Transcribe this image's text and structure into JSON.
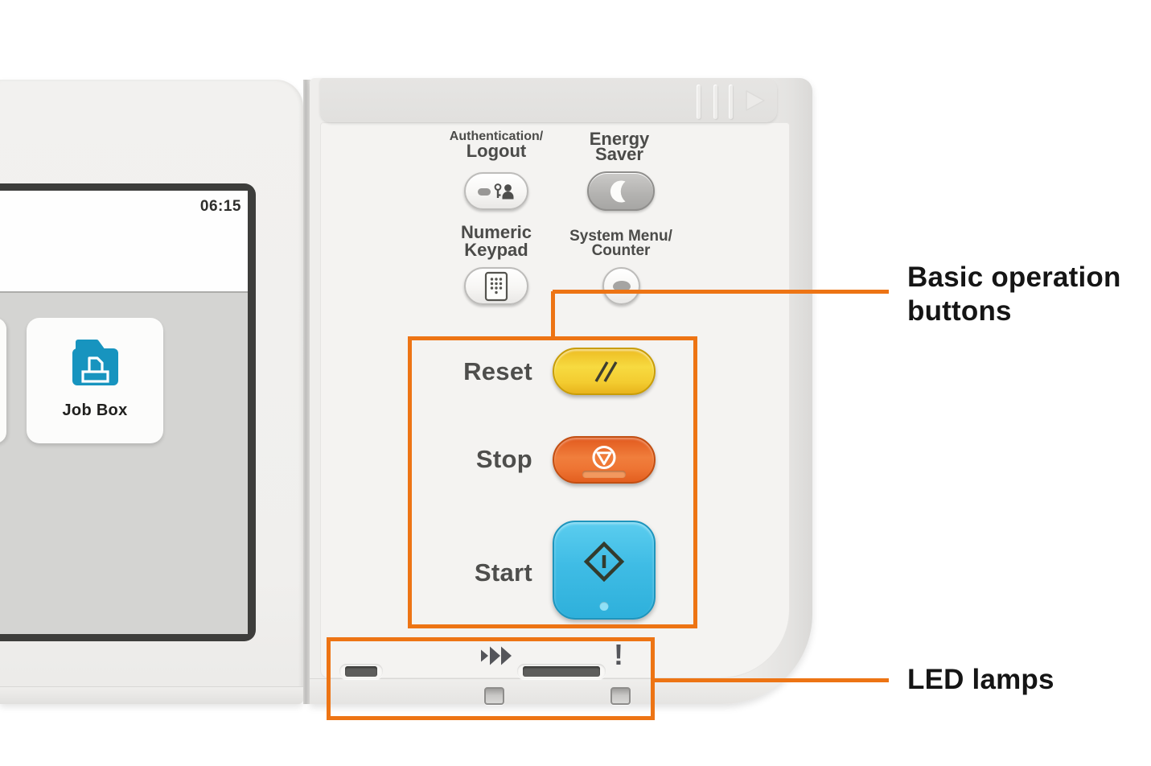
{
  "colors": {
    "accent_orange": "#ED7414",
    "reset_yellow": "#F4CC2E",
    "stop_orange": "#E8682B",
    "start_blue": "#3CBCE4",
    "energy_saver_gray": "#B3B2B0",
    "folder_blue": "#1794BF",
    "panel_text": "#4B4B49",
    "screen_bezel": "#3D3D3B"
  },
  "screen": {
    "time": "06:15",
    "job_box_label": "Job Box"
  },
  "panel": {
    "auth_label_1": "Authentication/",
    "auth_label_2": "Logout",
    "energy_label_1": "Energy",
    "energy_label_2": "Saver",
    "numeric_label_1": "Numeric",
    "numeric_label_2": "Keypad",
    "system_label_1": "System Menu/",
    "system_label_2": "Counter",
    "reset_label": "Reset",
    "stop_label": "Stop",
    "start_label": "Start",
    "alert_glyph": "!"
  },
  "icons": {
    "authentication": "key-user-icon",
    "energy_saver": "moon-icon",
    "numeric_keypad": "keypad-icon",
    "system_menu": "indicator-dot-icon",
    "reset": "double-slash-icon",
    "stop": "stop-sign-icon",
    "start": "start-diamond-icon",
    "job_box": "print-folder-icon",
    "processing_led": "fast-forward-icon",
    "attention_led": "exclamation-icon"
  },
  "callouts": {
    "basic_line_1": "Basic operation",
    "basic_line_2": "buttons",
    "led_label": "LED lamps"
  }
}
